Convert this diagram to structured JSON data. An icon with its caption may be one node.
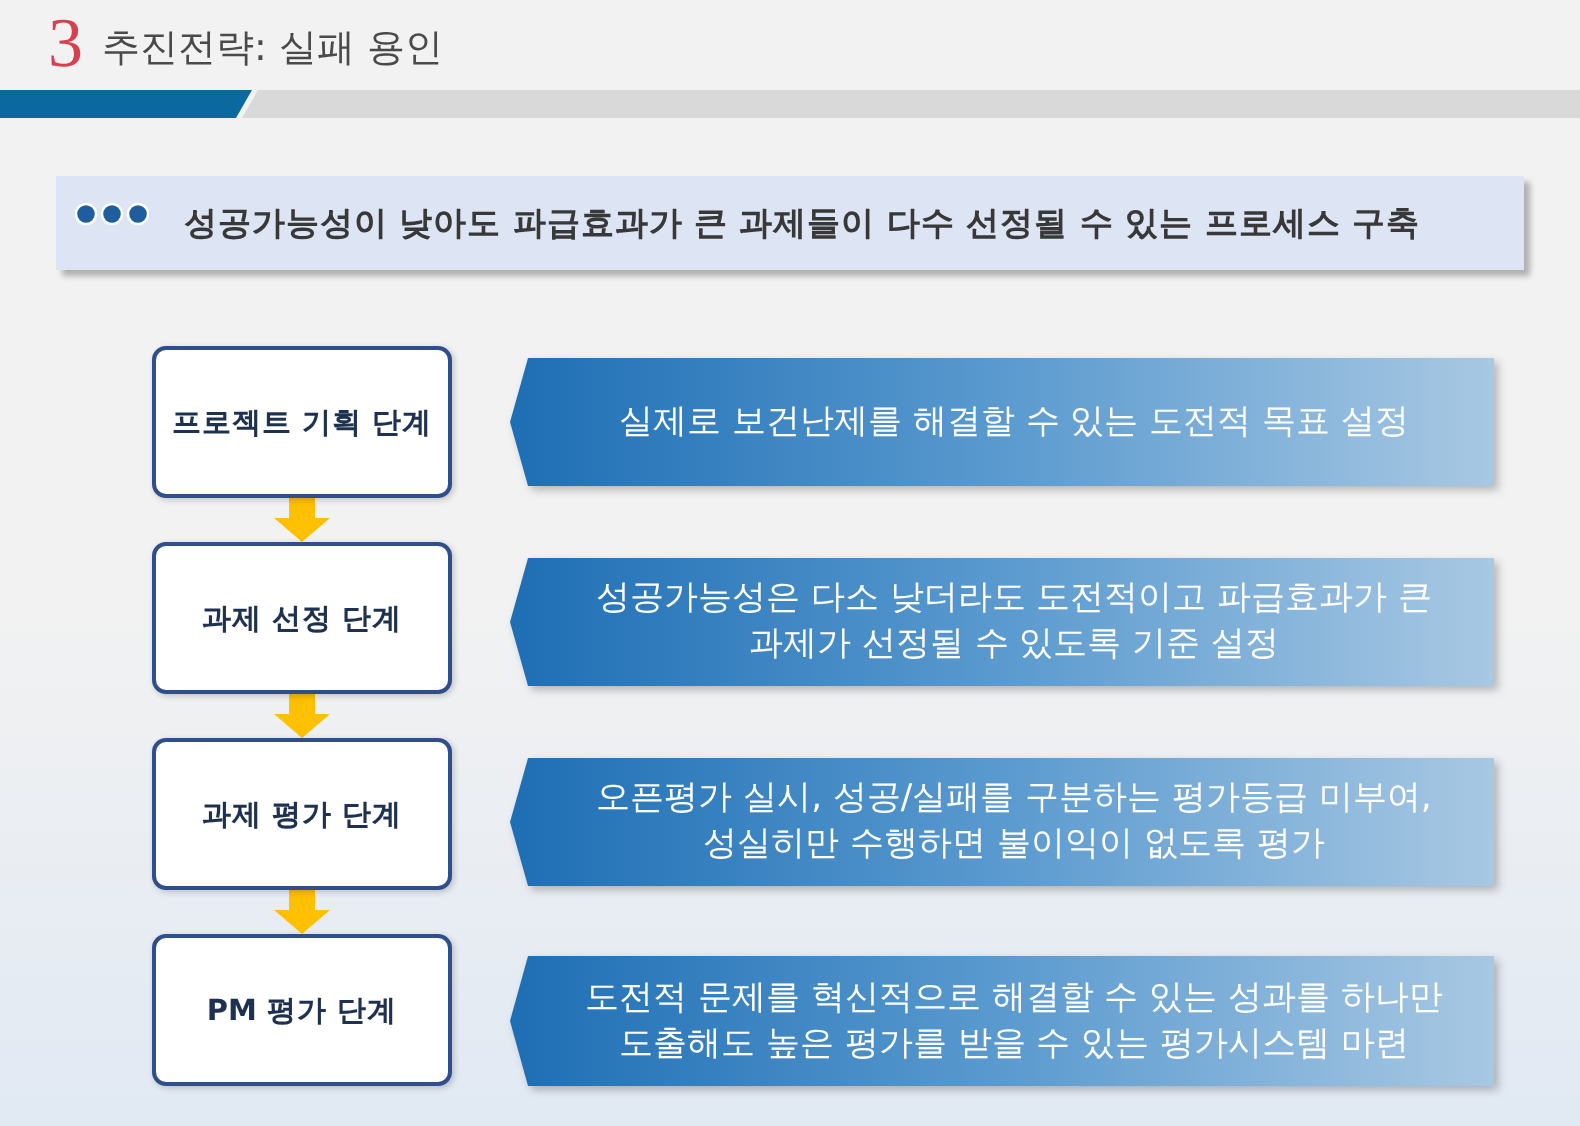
{
  "diagram": {
    "title": "추진전략: 실패 용인",
    "nodes": [
      {
        "text": [
          "성공가능성이 낮아도 파급효과가 큰 과제들이 다수 선정될 수 있는 프로세스 구축"
        ]
      },
      {
        "text": [
          "프로젝트 기획 단계"
        ]
      },
      {
        "text": [
          "실제로 보건난제를 해결할 수 있는 도전적 목표 설정"
        ]
      },
      {
        "text": [
          "과제 선정 단계"
        ]
      },
      {
        "text": [
          "성공가능성은 다소 낮더라도 도전적이고 파급효과가 큰 과제가 선정될 수 있도록 기준 설정"
        ]
      },
      {
        "text": [
          "과제 평가 단계"
        ]
      },
      {
        "text": [
          "오픈평가 실시, 성공/실패를 구분하는 평가등급 미부여, 성실히만 수행하면 불이익이 없도록 평가"
        ]
      },
      {
        "text": [
          "PM 평가 단계"
        ]
      },
      {
        "text": [
          "도전적 문제를 혁신적으로 해결할 수 있는 성과를 하나만 도출해도 높은 평가를 받을 수 있는 평가시스템 마련"
        ]
      }
    ],
    "edges": [
      {
        "from": 1,
        "to": 3,
        "arrow": "to"
      },
      {
        "from": 3,
        "to": 5,
        "arrow": "to"
      },
      {
        "from": 5,
        "to": 7,
        "arrow": "to"
      }
    ],
    "labels": [
      "3"
    ]
  }
}
